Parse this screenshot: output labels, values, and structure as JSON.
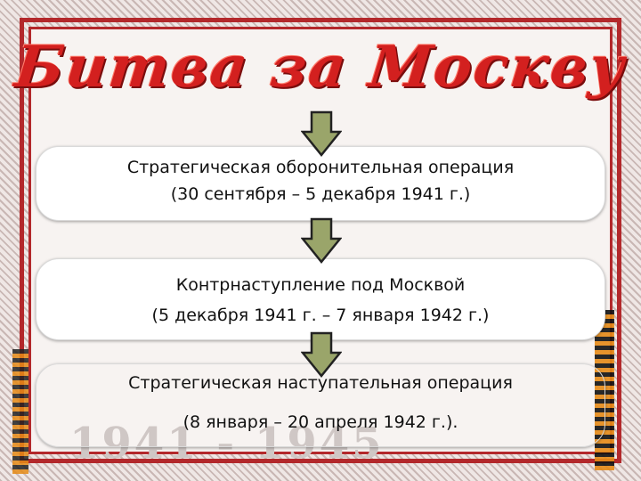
{
  "slide": {
    "title": "Битва за Москву",
    "watermark_years": "1941 - 1945"
  },
  "stages": [
    {
      "line1": "Стратегическая оборонительная операция",
      "line2": "(30 сентября – 5 декабря 1941 г.)"
    },
    {
      "line1": "Контрнаступление под Москвой",
      "line2": "(5 декабря 1941 г. – 7 января 1942 г.)"
    },
    {
      "line1": "Стратегическая наступательная операция",
      "line2": "(8 января – 20 апреля 1942 г.)."
    }
  ],
  "colors": {
    "title_red": "#d3201f",
    "frame_red": "#b3282b",
    "arrow_green": "#9aa56a",
    "ribbon_orange": "#e58a16"
  },
  "icons": [
    "down-arrow-icon",
    "st-george-ribbon"
  ]
}
